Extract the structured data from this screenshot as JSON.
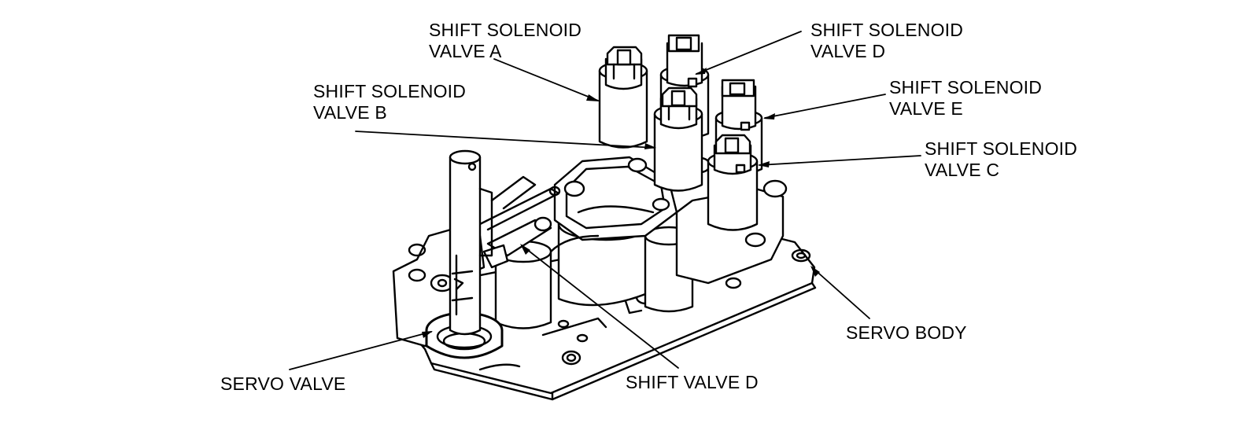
{
  "labels": {
    "ssv_a": {
      "line1": "SHIFT SOLENOID",
      "line2": "VALVE A"
    },
    "ssv_b": {
      "line1": "SHIFT SOLENOID",
      "line2": "VALVE B"
    },
    "ssv_c": {
      "line1": "SHIFT SOLENOID",
      "line2": "VALVE C"
    },
    "ssv_d": {
      "line1": "SHIFT SOLENOID",
      "line2": "VALVE D"
    },
    "ssv_e": {
      "line1": "SHIFT SOLENOID",
      "line2": "VALVE E"
    },
    "servo_body": "SERVO BODY",
    "servo_valve": "SERVO VALVE",
    "shift_valve_d": "SHIFT VALVE D"
  },
  "colors": {
    "ink": "#000000",
    "paper": "#ffffff"
  }
}
